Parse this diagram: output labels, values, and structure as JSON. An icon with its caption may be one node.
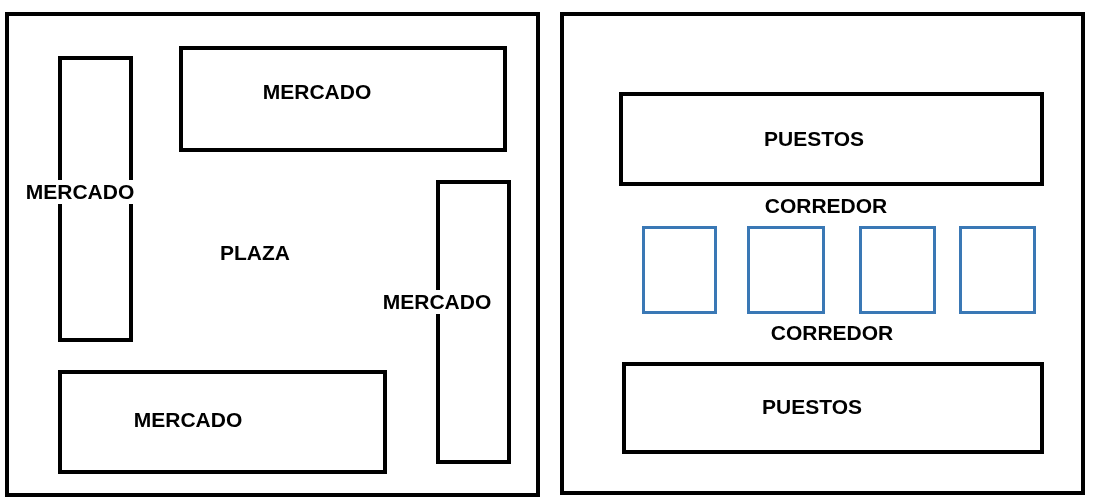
{
  "diagram": {
    "nodes": [
      {
        "text": [],
        "shape": "box"
      },
      {
        "text": [
          "MERCADO"
        ],
        "in": 0
      },
      {
        "text": [
          "MERCADO"
        ],
        "in": 0
      },
      {
        "text": [
          "MERCADO"
        ],
        "in": 0
      },
      {
        "text": [
          "MERCADO"
        ],
        "in": 0
      },
      {
        "text": [],
        "shape": "box"
      },
      {
        "text": [
          "PUESTOS"
        ],
        "in": 5
      },
      {
        "text": [],
        "shape": "box",
        "in": 5
      },
      {
        "text": [],
        "shape": "box",
        "in": 5
      },
      {
        "text": [],
        "shape": "box",
        "in": 5
      },
      {
        "text": [],
        "shape": "box",
        "in": 5
      },
      {
        "text": [
          "PUESTOS"
        ],
        "in": 5
      }
    ],
    "labels": [
      "PLAZA",
      "CORREDOR",
      "CORREDOR"
    ]
  }
}
